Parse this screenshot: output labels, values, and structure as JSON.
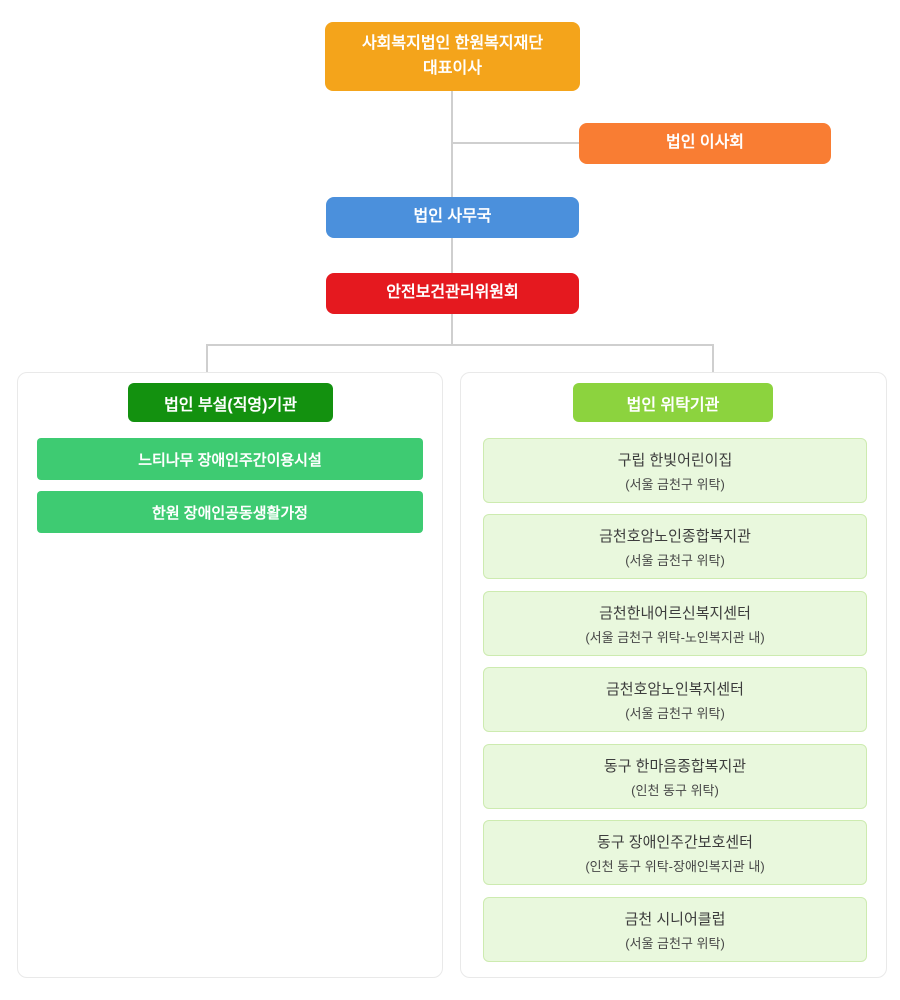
{
  "colors": {
    "root": "#f4a41b",
    "board": "#f97d33",
    "office": "#4b90dc",
    "safety": "#e5191f",
    "left_header": "#13910f",
    "left_item": "#3ecb72",
    "right_header": "#8cd33e",
    "right_item_bg": "#e9f8dd",
    "right_item_border": "#cdebb0",
    "connector": "#cfcfcf"
  },
  "org": {
    "root": {
      "line1": "사회복지법인 한원복지재단",
      "line2": "대표이사"
    },
    "board": {
      "label": "법인 이사회"
    },
    "office": {
      "label": "법인 사무국"
    },
    "safety": {
      "label": "안전보건관리위원회"
    },
    "left_panel": {
      "header": "법인 부설(직영)기관",
      "items": [
        {
          "label": "느티나무 장애인주간이용시설"
        },
        {
          "label": "한원 장애인공동생활가정"
        }
      ]
    },
    "right_panel": {
      "header": "법인 위탁기관",
      "items": [
        {
          "title": "구립 한빛어린이집",
          "subtitle": "(서울 금천구 위탁)"
        },
        {
          "title": "금천호암노인종합복지관",
          "subtitle": "(서울 금천구 위탁)"
        },
        {
          "title": "금천한내어르신복지센터",
          "subtitle": "(서울 금천구 위탁-노인복지관 내)"
        },
        {
          "title": "금천호암노인복지센터",
          "subtitle": "(서울 금천구 위탁)"
        },
        {
          "title": "동구 한마음종합복지관",
          "subtitle": "(인천 동구 위탁)"
        },
        {
          "title": "동구 장애인주간보호센터",
          "subtitle": "(인천 동구 위탁-장애인복지관 내)"
        },
        {
          "title": "금천 시니어클럽",
          "subtitle": "(서울 금천구 위탁)"
        }
      ]
    }
  }
}
